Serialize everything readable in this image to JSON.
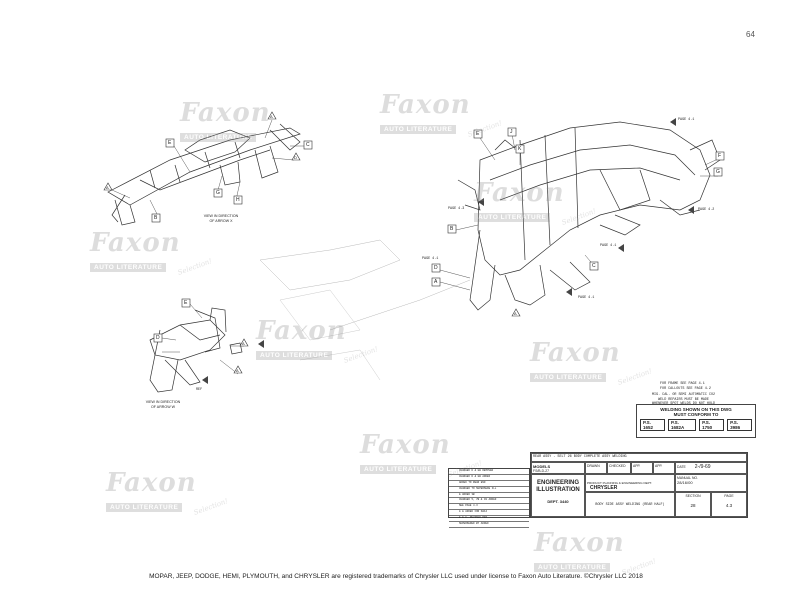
{
  "page_number": "64",
  "watermark": {
    "logo": "Faxon",
    "tagline": "AUTO LITERATURE",
    "stamp": "Selection!"
  },
  "view_x": {
    "line1": "VIEW IN DIRECTION",
    "line2": "OF ARROW X"
  },
  "view_w": {
    "line1": "VIEW IN DIRECTION",
    "line2": "OF ARROW W"
  },
  "callouts_top_left": [
    "E",
    "A",
    "B",
    "G",
    "H",
    "A",
    "C",
    "D"
  ],
  "callouts_right": [
    "E",
    "J",
    "K",
    "F",
    "G",
    "B",
    "C",
    "A",
    "D",
    "A"
  ],
  "callouts_lower_left": [
    "E",
    "D",
    "A",
    "A"
  ],
  "page_refs": [
    "PAGE 4.1",
    "PAGE 4.2",
    "PAGE 4.3",
    "PAGE 4.1",
    "PAGE 4.1",
    "PAGE 4.1"
  ],
  "ref_label": "REF",
  "note_frame": [
    "FOR FRAME SEE PAGE 4.1",
    "FOR CALLOUTS SEE PAGE 4.2"
  ],
  "note_mig": [
    "MIG. CAL. OR SEMI AUTOMATIC CO2",
    "WELD REPAIRS MUST BE MADE",
    "WHENEVER SPOT WELDS DO NOT HOLD"
  ],
  "weld_box": {
    "line1": "WELDING SHOWN ON THIS DWG",
    "line2": "MUST CONFORM TO",
    "codes": [
      "P.S. 1652",
      "P.S. 1682A",
      "P.S. 1750",
      "P.S. 3986"
    ]
  },
  "title_block": {
    "header": "REAR ASSY - SELT 26 BODY COMPLETE ASSY WELDING",
    "models_label": "MODELS",
    "models_value": "FS/B-D-27",
    "drawn": "DRAWN",
    "checked": "CHECKED",
    "app": "APP.",
    "date_label": "DATE",
    "date_value": "2-/9-69",
    "engineering": "ENGINEERING",
    "illustration": "ILLUSTRATION",
    "dept": "DEPT. 3440",
    "product_planning": "PRODUCT PLANNING & ENGINEERING DEPT.",
    "brand": "CHRYSLER",
    "manual_label": "MANUAL NO.",
    "manual_value": "28/16/00",
    "description": "BODY SIDE ASSY WELDING (REAR HALF)",
    "section_label": "SECTION",
    "section_value": "28",
    "page_label": "PAGE",
    "page_value": "4.3"
  },
  "revisions": [
    "CHANGED D & GB REMOVED",
    "CHANGED D & GB ADDED",
    "ADDED TO REAR END",
    "CHANGED TO SUPERSEDE ILL",
    "& ADDED 3B",
    "CHANGED 5, 7B & 30 ADDED",
    "SEE PAGE 4.3",
    "G & ADDED FOR KWAI",
    "E & C. REVISED PER",
    "SUPERSEDED BY ADDED",
    "ADDED"
  ],
  "footer": "MOPAR, JEEP, DODGE, HEMI, PLYMOUTH, and CHRYSLER are registered trademarks of Chrysler LLC used under license to Faxon Auto Literature. ©Chrysler LLC 2018"
}
